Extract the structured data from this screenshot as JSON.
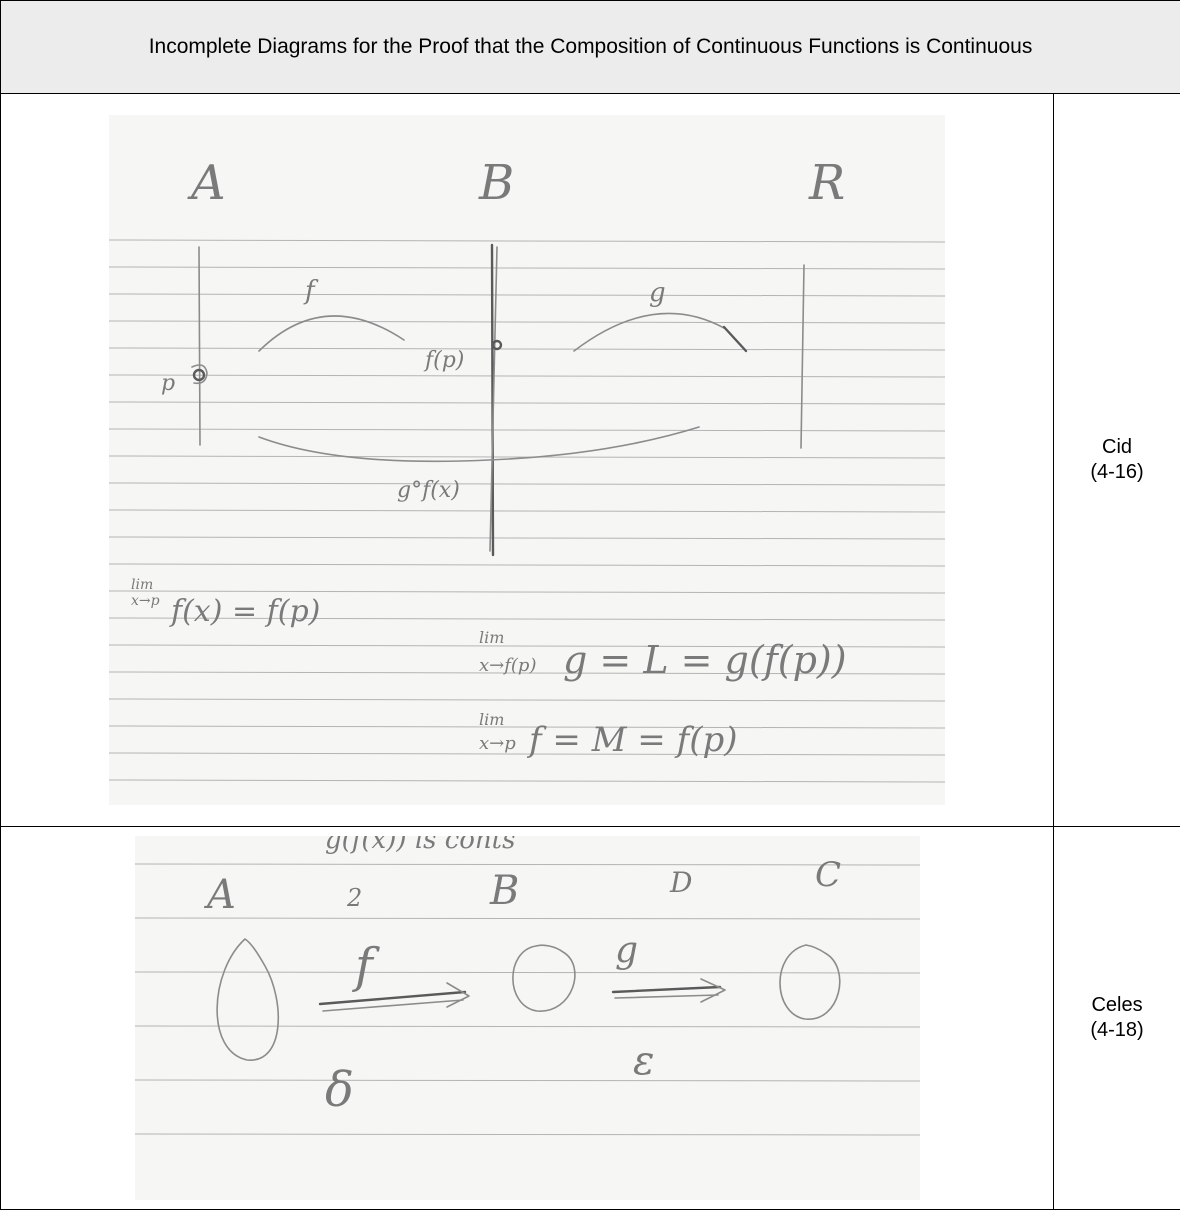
{
  "header": {
    "title": "Incomplete Diagrams for the Proof that the Composition of Continuous Functions is Continuous"
  },
  "rows": [
    {
      "name": "Cid",
      "date": "(4-16)"
    },
    {
      "name": "Celes",
      "date": "(4-18)"
    }
  ],
  "sketch1": {
    "set_labels": [
      "A",
      "B",
      "R"
    ],
    "func_labels": [
      "f",
      "g"
    ],
    "point_labels": [
      "p",
      "f(p)"
    ],
    "composite_label": "g°f(x)",
    "eq1_lim": "lim",
    "eq1_sub": "x→p",
    "eq1_body": "f(x) = f(p)",
    "eq2_lim": "lim",
    "eq2_sub": "x→f(p)",
    "eq2_body": "g = L = g(f(p))",
    "eq3_lim": "lim",
    "eq3_sub": "x→p",
    "eq3_body": "f = M = f(p)"
  },
  "sketch2": {
    "top_text": "g(f(x)) is conts",
    "set_labels": [
      "A",
      "B",
      "C"
    ],
    "func_labels": [
      "f",
      "g"
    ],
    "small_marks": [
      "2",
      "D"
    ],
    "greek": [
      "δ",
      "ε"
    ]
  }
}
